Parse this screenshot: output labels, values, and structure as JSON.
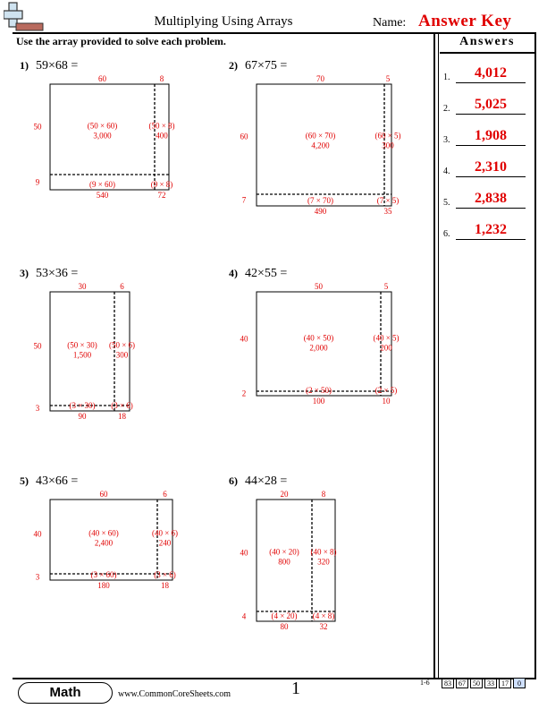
{
  "header": {
    "title": "Multiplying Using Arrays",
    "name_label": "Name:",
    "answer_key": "Answer Key",
    "instructions": "Use the array provided to solve each problem."
  },
  "answers": {
    "heading": "Answers",
    "items": [
      {
        "num": "1.",
        "value": "4,012"
      },
      {
        "num": "2.",
        "value": "5,025"
      },
      {
        "num": "3.",
        "value": "1,908"
      },
      {
        "num": "4.",
        "value": "2,310"
      },
      {
        "num": "5.",
        "value": "2,838"
      },
      {
        "num": "6.",
        "value": "1,232"
      }
    ]
  },
  "problems": [
    {
      "num": "1)",
      "expr": "59×68 =",
      "top_left": "60",
      "top_right": "8",
      "side_top": "50",
      "side_bottom": "9",
      "cells": {
        "tl_expr": "(50 × 60)",
        "tl_val": "3,000",
        "tr_expr": "(50 × 8)",
        "tr_val": "400",
        "bl_expr": "(9 × 60)",
        "bl_val": "540",
        "br_expr": "(9 × 8)",
        "br_val": "72"
      }
    },
    {
      "num": "2)",
      "expr": "67×75 =",
      "top_left": "70",
      "top_right": "5",
      "side_top": "60",
      "side_bottom": "7",
      "cells": {
        "tl_expr": "(60 × 70)",
        "tl_val": "4,200",
        "tr_expr": "(60 × 5)",
        "tr_val": "300",
        "bl_expr": "(7 × 70)",
        "bl_val": "490",
        "br_expr": "(7 × 5)",
        "br_val": "35"
      }
    },
    {
      "num": "3)",
      "expr": "53×36 =",
      "top_left": "30",
      "top_right": "6",
      "side_top": "50",
      "side_bottom": "3",
      "cells": {
        "tl_expr": "(50 × 30)",
        "tl_val": "1,500",
        "tr_expr": "(50 × 6)",
        "tr_val": "300",
        "bl_expr": "(3 × 30)",
        "bl_val": "90",
        "br_expr": "(3 × 6)",
        "br_val": "18"
      }
    },
    {
      "num": "4)",
      "expr": "42×55 =",
      "top_left": "50",
      "top_right": "5",
      "side_top": "40",
      "side_bottom": "2",
      "cells": {
        "tl_expr": "(40 × 50)",
        "tl_val": "2,000",
        "tr_expr": "(40 × 5)",
        "tr_val": "200",
        "bl_expr": "(2 × 50)",
        "bl_val": "100",
        "br_expr": "(2 × 5)",
        "br_val": "10"
      }
    },
    {
      "num": "5)",
      "expr": "43×66 =",
      "top_left": "60",
      "top_right": "6",
      "side_top": "40",
      "side_bottom": "3",
      "cells": {
        "tl_expr": "(40 × 60)",
        "tl_val": "2,400",
        "tr_expr": "(40 × 6)",
        "tr_val": "240",
        "bl_expr": "(3 × 60)",
        "bl_val": "180",
        "br_expr": "(3 × 6)",
        "br_val": "18"
      }
    },
    {
      "num": "6)",
      "expr": "44×28 =",
      "top_left": "20",
      "top_right": "8",
      "side_top": "40",
      "side_bottom": "4",
      "cells": {
        "tl_expr": "(40 × 20)",
        "tl_val": "800",
        "tr_expr": "(40 × 8)",
        "tr_val": "320",
        "bl_expr": "(4 × 20)",
        "bl_val": "80",
        "br_expr": "(4 × 8)",
        "br_val": "32"
      }
    }
  ],
  "footer": {
    "subject": "Math",
    "website": "www.CommonCoreSheets.com",
    "page": "1",
    "range": "1-6",
    "scores": [
      "83",
      "67",
      "50",
      "33",
      "17",
      "0"
    ]
  },
  "colors": {
    "answer_red": "#e00000",
    "score_highlight": "#cfe0ff"
  },
  "icons": {
    "logo": "plus-sign-pencil-logo"
  }
}
